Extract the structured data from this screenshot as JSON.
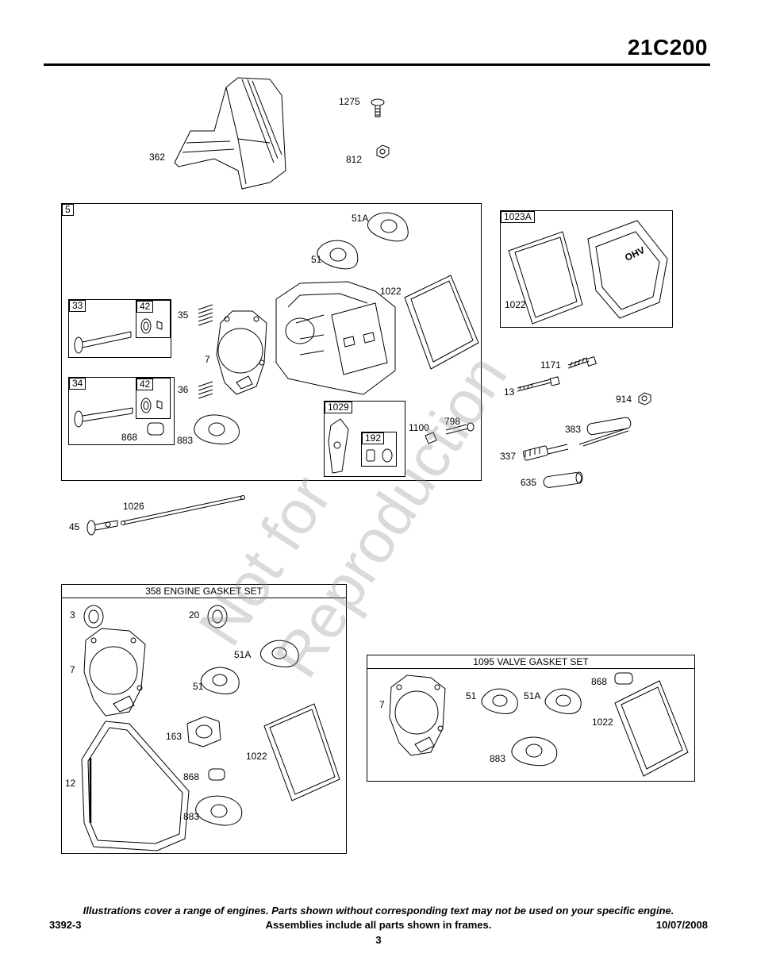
{
  "header": {
    "model": "21C200"
  },
  "watermark": {
    "line1": "Not for",
    "line2": "Reproduction"
  },
  "loose_parts": {
    "p362": "362",
    "p1275": "1275",
    "p812": "812",
    "p1026": "1026",
    "p45": "45",
    "p1171": "1171",
    "p13": "13",
    "p914": "914",
    "p383": "383",
    "p337": "337",
    "p635": "635"
  },
  "frame5": {
    "tag": "5",
    "p51A": "51A",
    "p51": "51",
    "p1022": "1022",
    "p35": "35",
    "p7": "7",
    "p36": "36",
    "p868": "868",
    "p883": "883",
    "p1100": "1100",
    "p798": "798",
    "sub33": {
      "tag": "33",
      "sub42": "42"
    },
    "sub34": {
      "tag": "34",
      "sub42": "42"
    },
    "sub1029": {
      "tag": "1029",
      "sub192": "192"
    }
  },
  "frame1023A": {
    "tag": "1023A",
    "p1022": "1022",
    "cover_text": "OHV"
  },
  "gasket_set_358": {
    "title": "358 ENGINE GASKET SET",
    "p3": "3",
    "p20": "20",
    "p7": "7",
    "p51A": "51A",
    "p51": "51",
    "p163": "163",
    "p1022": "1022",
    "p12": "12",
    "p868": "868",
    "p883": "883"
  },
  "gasket_set_1095": {
    "title": "1095 VALVE GASKET SET",
    "p868": "868",
    "p7": "7",
    "p51": "51",
    "p51A": "51A",
    "p1022": "1022",
    "p883": "883"
  },
  "footer": {
    "disclaimer": "Illustrations cover a range of engines. Parts shown without corresponding text may not be used on your specific engine.",
    "doc_id": "3392-3",
    "assemblies": "Assemblies include all parts shown in frames.",
    "date": "10/07/2008",
    "page": "3"
  }
}
